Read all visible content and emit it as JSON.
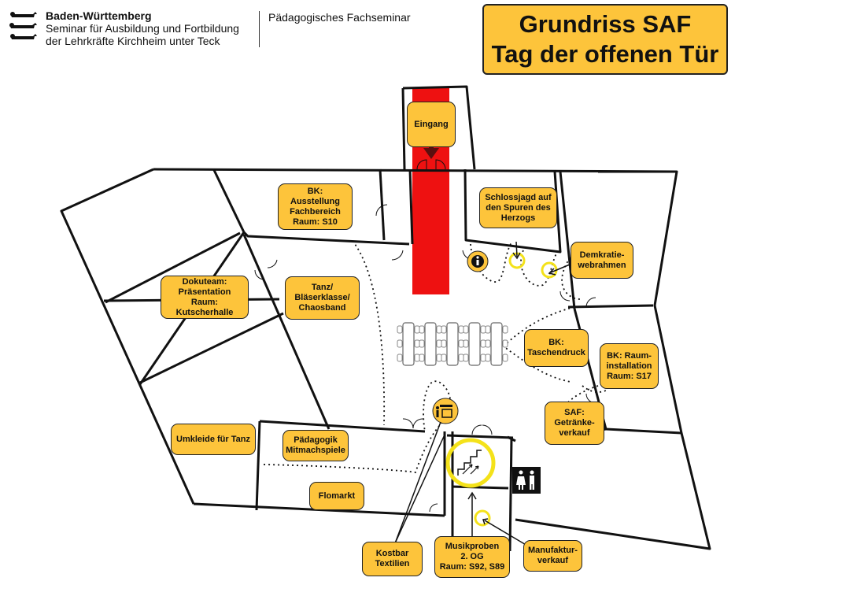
{
  "header": {
    "org_name": "Baden-Württemberg",
    "org_line1": "Seminar für Ausbildung und Fortbildung",
    "org_line2": "der Lehrkräfte Kirchheim unter Teck",
    "department": "Pädagogisches Fachseminar"
  },
  "title": {
    "line1": "Grundriss SAF",
    "line2": "Tag der offenen Tür"
  },
  "labels": {
    "eingang": [
      "Eingang"
    ],
    "bk_ausstellung": [
      "BK:",
      "Ausstellung",
      "Fachbereich",
      "Raum: S10"
    ],
    "schlossjagd": [
      "Schlossjagd auf",
      "den Spuren des",
      "Herzogs"
    ],
    "demokratie": [
      "Demkratie-",
      "webrahmen"
    ],
    "dokuteam": [
      "Dokuteam:",
      "Präsentation",
      "Raum: Kutscherhalle"
    ],
    "tanz": [
      "Tanz/",
      "Bläserklasse/",
      "Chaosband"
    ],
    "bk_taschendruck": [
      "BK:",
      "Taschendruck"
    ],
    "bk_raum": [
      "BK: Raum-",
      "installation",
      "Raum: S17"
    ],
    "saf_getraenke": [
      "SAF:",
      "Getränke-",
      "verkauf"
    ],
    "umkleide": [
      "Umkleide für Tanz"
    ],
    "paedagogik": [
      "Pädagogik",
      "Mitmachspiele"
    ],
    "flomarkt": [
      "Flomarkt"
    ],
    "kostbar": [
      "Kostbar",
      "Textilien"
    ],
    "musikproben": [
      "Musikproben",
      "2. OG",
      "Raum: S92, S89"
    ],
    "manufaktur": [
      "Manufaktur-",
      "verkauf"
    ]
  },
  "colors": {
    "label_fill": "#fdc43b",
    "entrance_red": "#ee1111",
    "highlight_yellow": "#f4e21a",
    "wall": "#111111"
  },
  "icons": [
    "info-icon",
    "kiosk-icon",
    "toilet-icon",
    "stairs-icon",
    "lion-crest-icon"
  ]
}
